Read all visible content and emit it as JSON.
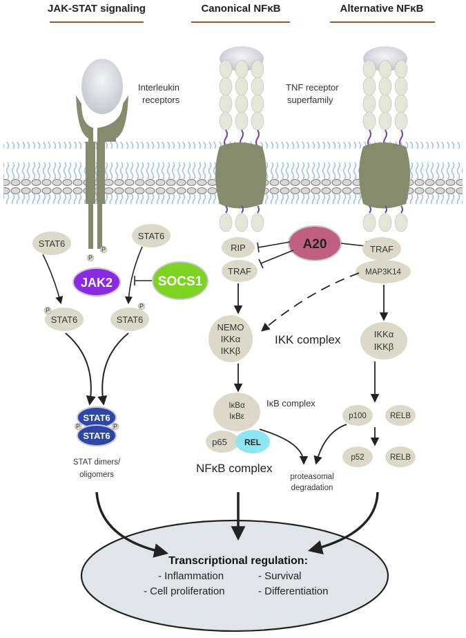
{
  "headers": {
    "jak_stat": "JAK-STAT signaling",
    "canonical": "Canonical NFκB",
    "alternative": "Alternative NFκB"
  },
  "receptors": {
    "interleukin_line1": "Interleukin",
    "interleukin_line2": "receptors",
    "tnf_line1": "TNF receptor",
    "tnf_line2": "superfamily"
  },
  "jak": {
    "stat6_left": "STAT6",
    "stat6_right": "STAT6",
    "stat6_left_p": "STAT6",
    "stat6_right_p": "STAT6",
    "p_marker": "P",
    "jak2": "JAK2",
    "socs1": "SOCS1",
    "dimer_top": "STAT6",
    "dimer_bottom": "STAT6",
    "dimers_line1": "STAT dimers/",
    "dimers_line2": "oligomers"
  },
  "canonical": {
    "rip": "RIP",
    "traf": "TRAF",
    "a20": "A20",
    "nemo": "NEMO",
    "ikka": "IKKα",
    "ikkb": "IKKβ",
    "ikk_complex": "IKK complex",
    "ikba": "IκBα",
    "ikbe": "IκBε",
    "ikb_complex": "IκB complex",
    "p65": "p65",
    "rel": "REL",
    "nfkb_complex": "NFκB complex"
  },
  "alternative": {
    "traf": "TRAF",
    "map3k14": "MAP3K14",
    "ikka": "IKKα",
    "ikkb": "IKKβ",
    "p100": "p100",
    "relb_top": "RELB",
    "p52": "p52",
    "relb_bottom": "RELB"
  },
  "degradation": {
    "line1": "proteasomal",
    "line2": "degradation"
  },
  "transcription": {
    "title": "Transcriptional regulation:",
    "item1": "- Inflammation",
    "item2": "- Survival",
    "item3": "- Cell proliferation",
    "item4": "- Differentiation"
  },
  "colors": {
    "header_rule": "#8b5a3c",
    "receptor": "#868b6e",
    "ligand": "#c9ccd4",
    "protein": "#dcd9c8",
    "membrane": "#a8c8e8",
    "jak2": "#8a2be2",
    "socs1": "#7ed321",
    "a20": "#c06080",
    "stat_dimer": "#2c47a8",
    "rel": "#8ee6f4",
    "nucleus": "#dfe6ea"
  }
}
